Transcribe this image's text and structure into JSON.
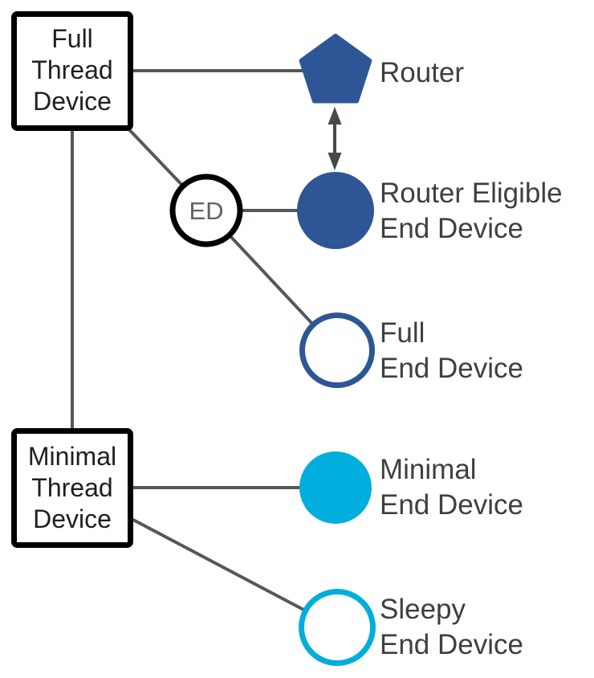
{
  "colors": {
    "dark_blue": "#2e5696",
    "cyan": "#00aedd",
    "line_gray": "#54585b",
    "arrow_gray": "#45484d",
    "label_gray": "#3c4043",
    "ed_text_gray": "#5f6368",
    "box_border": "#000000",
    "box_text": "#1f1f1f",
    "background": "#ffffff"
  },
  "boxes": {
    "full_thread_device": {
      "lines": [
        "Full",
        "Thread",
        "Device"
      ]
    },
    "minimal_thread_device": {
      "lines": [
        "Minimal",
        "Thread",
        "Device"
      ]
    }
  },
  "ed_badge": {
    "label": "ED"
  },
  "nodes": {
    "router": {
      "shape": "pentagon",
      "style": "filled",
      "color": "dark_blue",
      "label_lines": [
        "Router"
      ]
    },
    "router_eligible_end_device": {
      "shape": "circle",
      "style": "filled",
      "color": "dark_blue",
      "label_lines": [
        "Router Eligible",
        "End Device"
      ]
    },
    "full_end_device": {
      "shape": "circle",
      "style": "outline",
      "color": "dark_blue",
      "label_lines": [
        "Full",
        "End Device"
      ]
    },
    "minimal_end_device": {
      "shape": "circle",
      "style": "filled",
      "color": "cyan",
      "label_lines": [
        "Minimal",
        "End Device"
      ]
    },
    "sleepy_end_device": {
      "shape": "circle",
      "style": "outline",
      "color": "cyan",
      "label_lines": [
        "Sleepy",
        "End Device"
      ]
    }
  },
  "connections": [
    {
      "from": "full_thread_device",
      "to": "router",
      "type": "line"
    },
    {
      "from": "full_thread_device",
      "to": "ed_badge",
      "type": "line"
    },
    {
      "from": "full_thread_device",
      "to": "minimal_thread_device",
      "type": "line"
    },
    {
      "from": "ed_badge",
      "to": "router_eligible_end_device",
      "type": "line"
    },
    {
      "from": "ed_badge",
      "to": "full_end_device",
      "type": "line"
    },
    {
      "from": "minimal_thread_device",
      "to": "minimal_end_device",
      "type": "line"
    },
    {
      "from": "minimal_thread_device",
      "to": "sleepy_end_device",
      "type": "line"
    },
    {
      "from": "router",
      "to": "router_eligible_end_device",
      "type": "double_arrow"
    }
  ]
}
